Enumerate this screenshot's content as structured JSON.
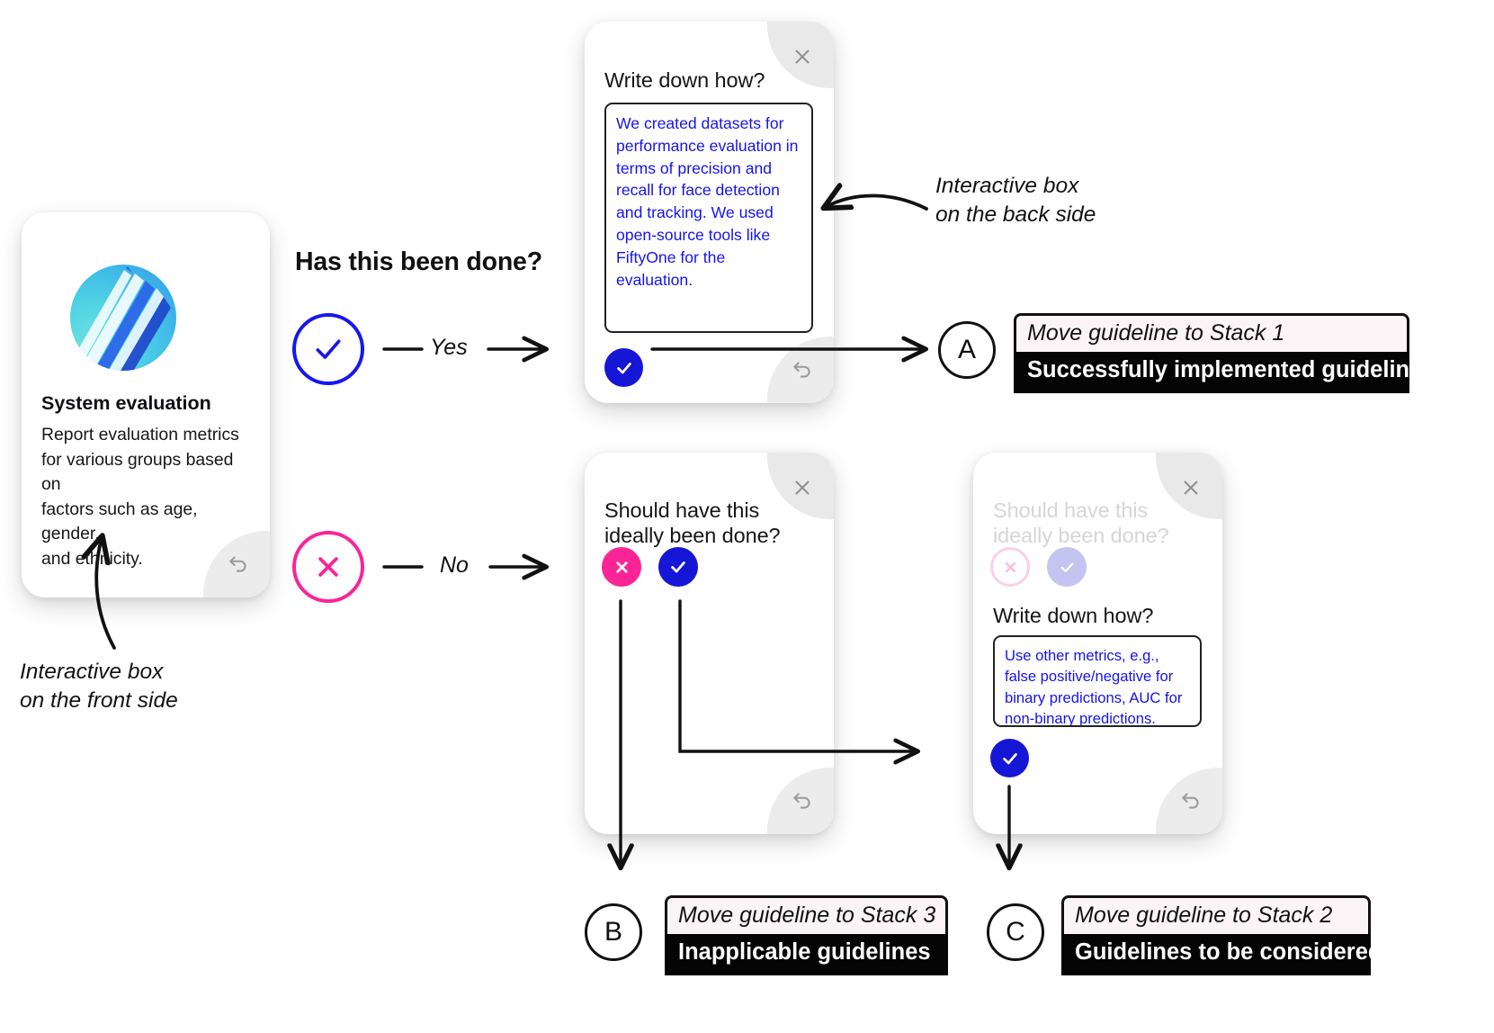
{
  "diagram": {
    "title_question": "Has this been done?",
    "branch_yes_label": "Yes",
    "branch_no_label": "No",
    "annotation_front": "Interactive box\non the front side",
    "annotation_back": "Interactive box\non the back side",
    "colors": {
      "yes_blue": "#1616ef",
      "no_pink": "#fb2497",
      "chip_blue": "#1616d6",
      "chip_pink": "#fb2497",
      "text_blue": "#1414ef",
      "muted_check": "#c3c4f0",
      "muted_x_border": "#fbd0e5",
      "callout_top_bg": "#faf4f7",
      "callout_bottom_bg": "#040404"
    }
  },
  "front_card": {
    "title": "System evaluation",
    "body": "Report evaluation metrics\nfor various groups based on\nfactors such as age, gender,\nand ethnicity.",
    "logo_icon": "pencils-logo-icon",
    "undo_icon": "undo-icon"
  },
  "card_yes": {
    "question": "Write down how?",
    "textbox_value": "We created datasets for performance evaluation in terms of precision and recall for face detection and tracking. We used open-source tools like FiftyOne for the evaluation.",
    "answer_chip": "check",
    "close_icon": "close-icon",
    "undo_icon": "undo-icon"
  },
  "card_no": {
    "question": "Should have this ideally been done?",
    "chip_x": "x",
    "chip_check": "check",
    "close_icon": "close-icon",
    "undo_icon": "undo-icon"
  },
  "card_no_yes": {
    "question_muted": "Should have this ideally been done?",
    "question": "Write down how?",
    "textbox_value": "Use other metrics, e.g., false positive/negative for binary predictions, AUC for non-binary predictions.",
    "chip_x_muted": "x",
    "chip_check_muted": "check",
    "answer_chip": "check",
    "close_icon": "close-icon",
    "undo_icon": "undo-icon"
  },
  "outcomes": [
    {
      "badge": "A",
      "action": "Move guideline to Stack 1",
      "result": "Successfully implemented guidelines"
    },
    {
      "badge": "B",
      "action": "Move guideline to Stack 3",
      "result": "Inapplicable guidelines"
    },
    {
      "badge": "C",
      "action": "Move guideline to Stack 2",
      "result": "Guidelines to be considered"
    }
  ]
}
